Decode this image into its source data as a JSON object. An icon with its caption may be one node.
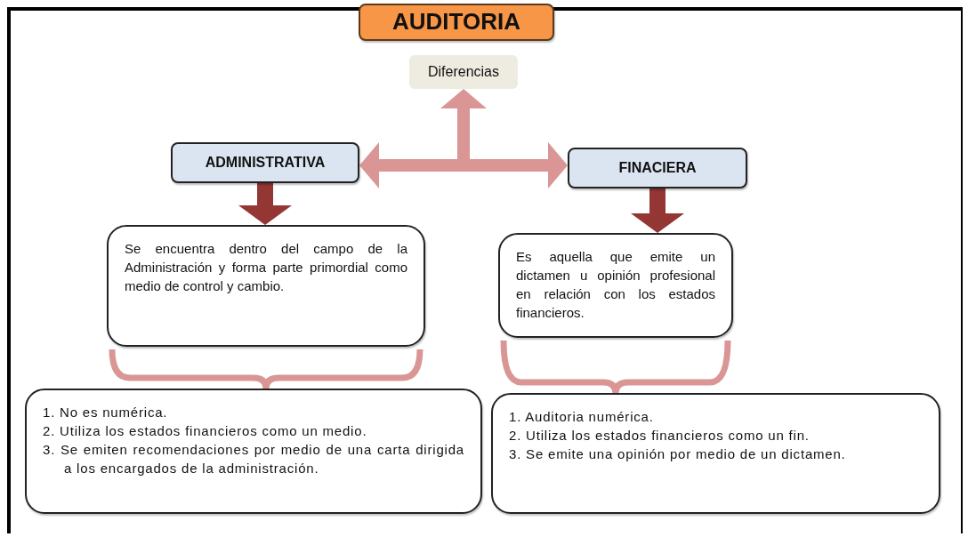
{
  "diagram": {
    "nodes": [
      {
        "text": [
          "AUDITORIA"
        ]
      },
      {
        "text": [
          "Diferencias"
        ]
      },
      {
        "text": [
          "ADMINISTRATIVA"
        ]
      },
      {
        "text": [
          "FINACIERA"
        ]
      },
      {
        "text": [
          "Se encuentra dentro del campo de la Administración y forma parte primordial como medio de control y cambio."
        ]
      },
      {
        "text": [
          "Es aquella que emite un dictamen u opinión profesional en relación con los estados financieros."
        ]
      },
      {
        "text": [
          "1. No es numérica.",
          "2. Utiliza los estados financieros como un medio.",
          "3. Se emiten recomendaciones por medio de una carta dirigida a los encargados de la administración."
        ]
      },
      {
        "text": [
          "1. Auditoria numérica.",
          "2. Utiliza los estados financieros como un fin.",
          "3. Se emite una opinión por medio de un dictamen."
        ]
      }
    ],
    "edges": [
      {
        "from": 2,
        "to": 3,
        "arrow": "both"
      },
      {
        "from": null,
        "to": 1,
        "arrow": "to"
      },
      {
        "from": 2,
        "to": 4,
        "arrow": "to",
        "color": "#943634"
      },
      {
        "from": 3,
        "to": 5,
        "arrow": "to",
        "color": "#943634"
      },
      {
        "from": 4,
        "to": 6,
        "arrow": "none"
      },
      {
        "from": 5,
        "to": 7,
        "arrow": "none"
      }
    ]
  }
}
